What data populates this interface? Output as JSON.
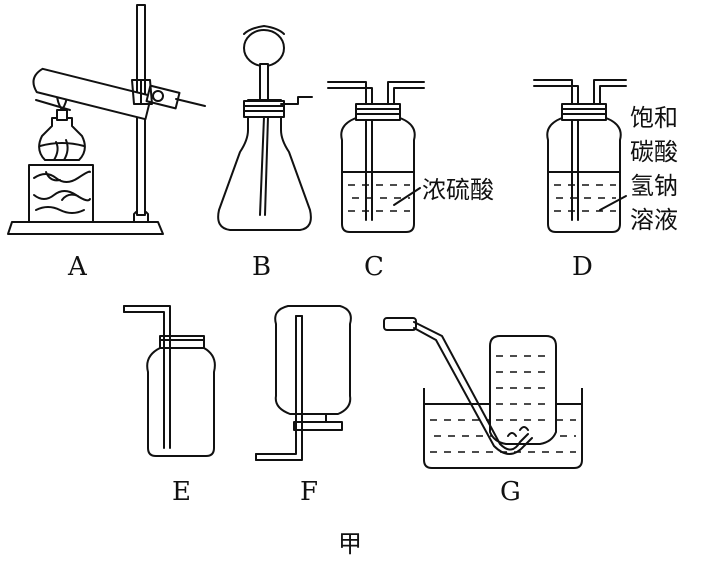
{
  "figure": {
    "caption": "甲",
    "apparatus": [
      {
        "key": "A",
        "label": "A"
      },
      {
        "key": "B",
        "label": "B"
      },
      {
        "key": "C",
        "label": "C",
        "reagent": "浓硫酸"
      },
      {
        "key": "D",
        "label": "D",
        "reagent_lines": [
          "饱和",
          "碳酸",
          "氢钠",
          "溶液"
        ]
      },
      {
        "key": "E",
        "label": "E"
      },
      {
        "key": "F",
        "label": "F"
      },
      {
        "key": "G",
        "label": "G"
      }
    ]
  }
}
